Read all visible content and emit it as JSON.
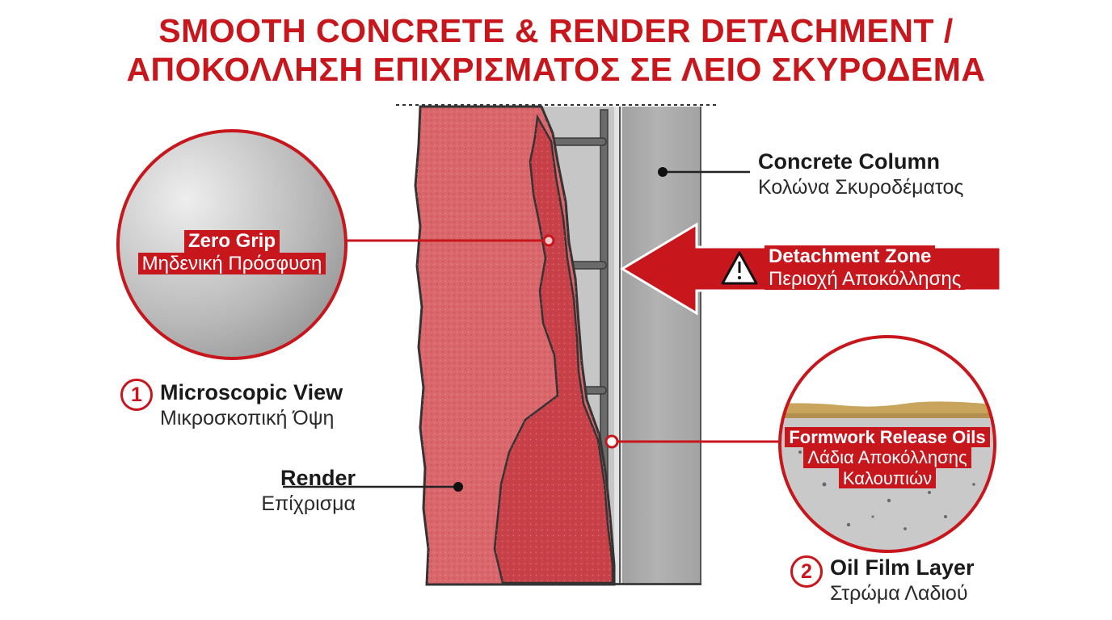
{
  "title_line1": "SMOOTH CONCRETE & RENDER DETACHMENT /",
  "title_line2": "ΑΠΟΚΟΛΛΗΣΗ ΕΠΙΧΡΙΣΜΑΤΟΣ ΣΕ ΛΕΙΟ ΣΚΥΡΟΔΕΜΑ",
  "labels": {
    "concrete_column_en": "Concrete Column",
    "concrete_column_gr": "Κολώνα Σκυροδέματος",
    "detachment_zone_en": "Detachment Zone",
    "detachment_zone_gr": "Περιοχή Αποκόλλησης",
    "zero_grip_en": "Zero Grip",
    "zero_grip_gr": "Μηδενική Πρόσφυση",
    "microscopic_num": "1",
    "microscopic_en": "Microscopic View",
    "microscopic_gr": "Μικροσκοπική Όψη",
    "render_en": "Render",
    "render_gr": "Επίχρισμα",
    "release_oils_en": "Formwork Release Oils",
    "release_oils_gr1": "Λάδια Αποκόλλησης",
    "release_oils_gr2": "Καλουπιών",
    "oil_film_num": "2",
    "oil_film_en": "Oil Film Layer",
    "oil_film_gr": "Στρώμα Λαδιού"
  },
  "icons": [
    "warning-icon",
    "arrow-left-icon"
  ],
  "colors": {
    "accent_red": "#c8161d",
    "render_pink": "#d9676c",
    "render_dark": "#c94148",
    "concrete_grey": "#a9a9a9",
    "oil_film": "#c9a45c"
  }
}
